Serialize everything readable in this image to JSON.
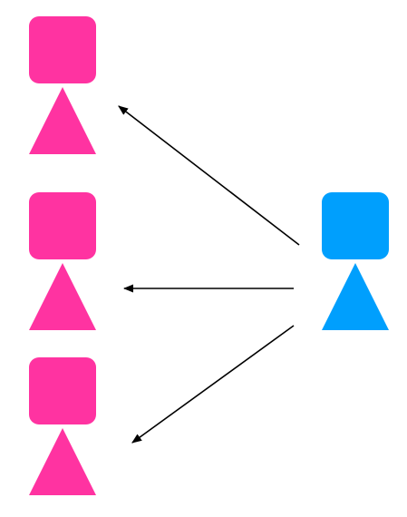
{
  "colors": {
    "background": "#ffffff",
    "receiver": "#ff33a1",
    "sender": "#009ffd",
    "arrow": "#000000"
  },
  "nodes": [
    {
      "id": "sender",
      "role": "sender",
      "icon": "person-icon"
    },
    {
      "id": "receiver-top",
      "role": "receiver",
      "icon": "person-icon"
    },
    {
      "id": "receiver-middle",
      "role": "receiver",
      "icon": "person-icon"
    },
    {
      "id": "receiver-bottom",
      "role": "receiver",
      "icon": "person-icon"
    }
  ],
  "edges": [
    {
      "from": "sender",
      "to": "receiver-top",
      "directed": true
    },
    {
      "from": "sender",
      "to": "receiver-middle",
      "directed": true
    },
    {
      "from": "sender",
      "to": "receiver-bottom",
      "directed": true
    }
  ]
}
